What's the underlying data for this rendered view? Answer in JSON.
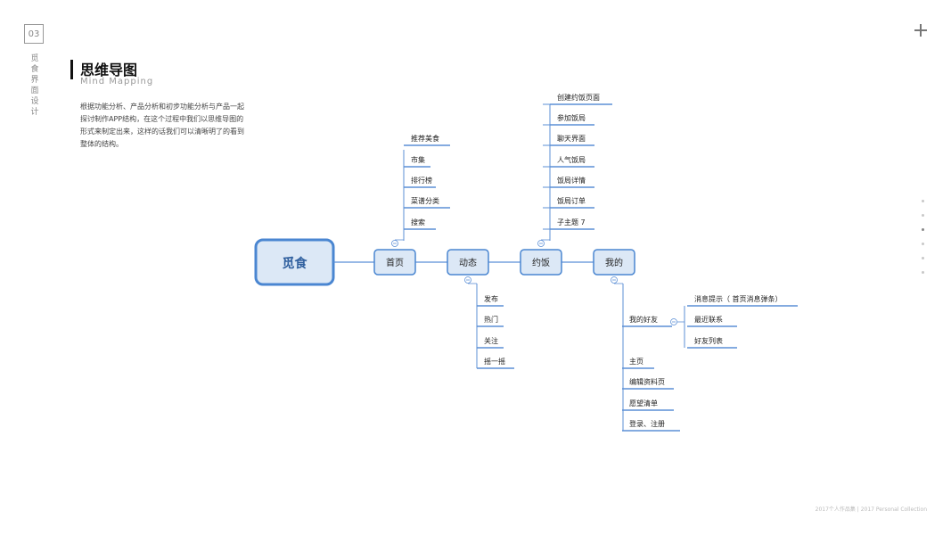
{
  "page": {
    "number": "03",
    "side_label": "觅食界面设计",
    "title": "思维导图",
    "subtitle": "Mind Mapping",
    "description": "根据功能分析、产品分析和初步功能分析与产品一起探讨制作APP结构，在这个过程中我们以思维导图的形式来制定出来，这样的话我们可以清晰明了的看到整体的结构。",
    "footer": "2017个人作品集  |  2017 Personal  Collection"
  },
  "colors": {
    "accent": "#4a86d1",
    "node_fill": "#dce8f6",
    "line": "#5b8fd6"
  },
  "mindmap": {
    "root": "觅食",
    "main_nodes": [
      "首页",
      "动态",
      "约饭",
      "我的"
    ],
    "home_children": [
      "推荐美食",
      "市集",
      "排行榜",
      "菜谱分类",
      "搜索"
    ],
    "dynamic_children": [
      "发布",
      "热门",
      "关注",
      "摇一摇"
    ],
    "dinner_children": [
      "创建约饭页面",
      "参加饭局",
      "聊天界面",
      "人气饭局",
      "饭局详情",
      "饭局订单",
      "子主题 7"
    ],
    "mine_children": [
      "我的好友",
      "主页",
      "编辑资料页",
      "愿望清单",
      "登录、注册"
    ],
    "friends_children": [
      "消息提示（ 首页消息弹条）",
      "最近联系",
      "好友列表"
    ]
  }
}
